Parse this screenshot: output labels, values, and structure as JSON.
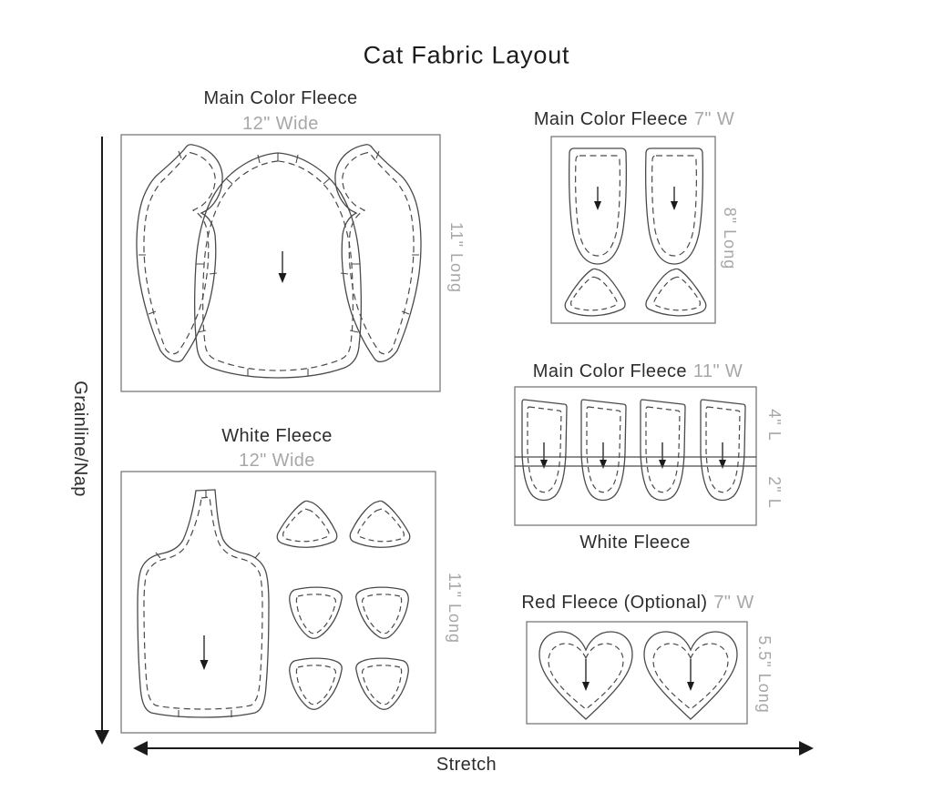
{
  "title": "Cat Fabric Layout",
  "axes": {
    "vertical_label": "Grainline/Nap",
    "horizontal_label": "Stretch"
  },
  "colors": {
    "text_dark": "#2d2d2d",
    "text_gray": "#a7a7a7",
    "outline": "#4a4a4a",
    "box_border": "#6e6e6e",
    "arrow": "#1b1b1b",
    "background": "#ffffff"
  },
  "panels": {
    "main_body": {
      "title": "Main Color Fleece",
      "width_label": "12\" Wide",
      "length_label": "11\" Long"
    },
    "ears": {
      "title": "Main Color Fleece",
      "width_label": "7\"  W",
      "length_label": "8\" Long"
    },
    "paws": {
      "title": "Main Color Fleece",
      "width_label": "11\" W",
      "upper_length_label": "4\" L",
      "lower_length_label": "2\" L",
      "lower_title": "White Fleece"
    },
    "belly": {
      "title": "White Fleece",
      "width_label": "12\" Wide",
      "length_label": "11\" Long"
    },
    "hearts": {
      "title": "Red Fleece (Optional)",
      "width_label": "7\" W",
      "length_label": "5.5\" Long"
    }
  }
}
